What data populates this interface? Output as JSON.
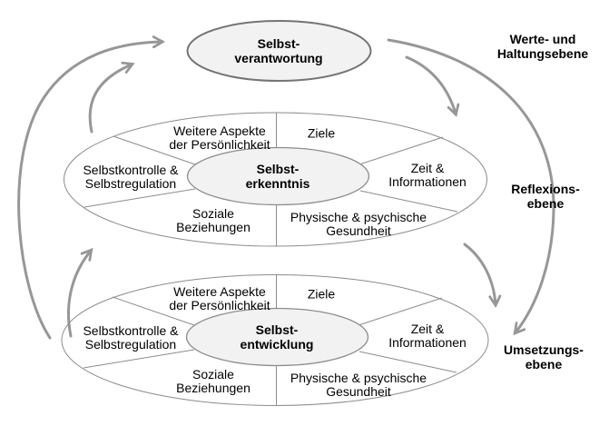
{
  "palette": {
    "background": "#ffffff",
    "ellipse_fill": "#f2f2f2",
    "outline": "#8c8c8c",
    "node_outline": "#747474",
    "arrow": "#979797",
    "text": "#000000"
  },
  "top_node": {
    "line1": "Selbst-",
    "line2": "verantwortung"
  },
  "level_labels": [
    {
      "line1": "Werte- und",
      "line2": "Haltungsebene"
    },
    {
      "line1": "Reflexions-",
      "line2": "ebene"
    },
    {
      "line1": "Umsetzungs-",
      "line2": "ebene"
    }
  ],
  "wheels": [
    {
      "center": {
        "line1": "Selbst-",
        "line2": "erkenntnis"
      },
      "segments": [
        {
          "line1": "Weitere Aspekte",
          "line2": "der Persönlichkeit"
        },
        {
          "line1": "Ziele",
          "line2": ""
        },
        {
          "line1": "Zeit &",
          "line2": "Informationen"
        },
        {
          "line1": "Physische & psychische",
          "line2": "Gesundheit"
        },
        {
          "line1": "Soziale",
          "line2": "Beziehungen"
        },
        {
          "line1": "Selbstkontrolle &",
          "line2": "Selbstregulation"
        }
      ]
    },
    {
      "center": {
        "line1": "Selbst-",
        "line2": "entwicklung"
      },
      "segments": [
        {
          "line1": "Weitere Aspekte",
          "line2": "der Persönlichkeit"
        },
        {
          "line1": "Ziele",
          "line2": ""
        },
        {
          "line1": "Zeit &",
          "line2": "Informationen"
        },
        {
          "line1": "Physische & psychische",
          "line2": "Gesundheit"
        },
        {
          "line1": "Soziale",
          "line2": "Beziehungen"
        },
        {
          "line1": "Selbstkontrolle &",
          "line2": "Selbstregulation"
        }
      ]
    }
  ]
}
